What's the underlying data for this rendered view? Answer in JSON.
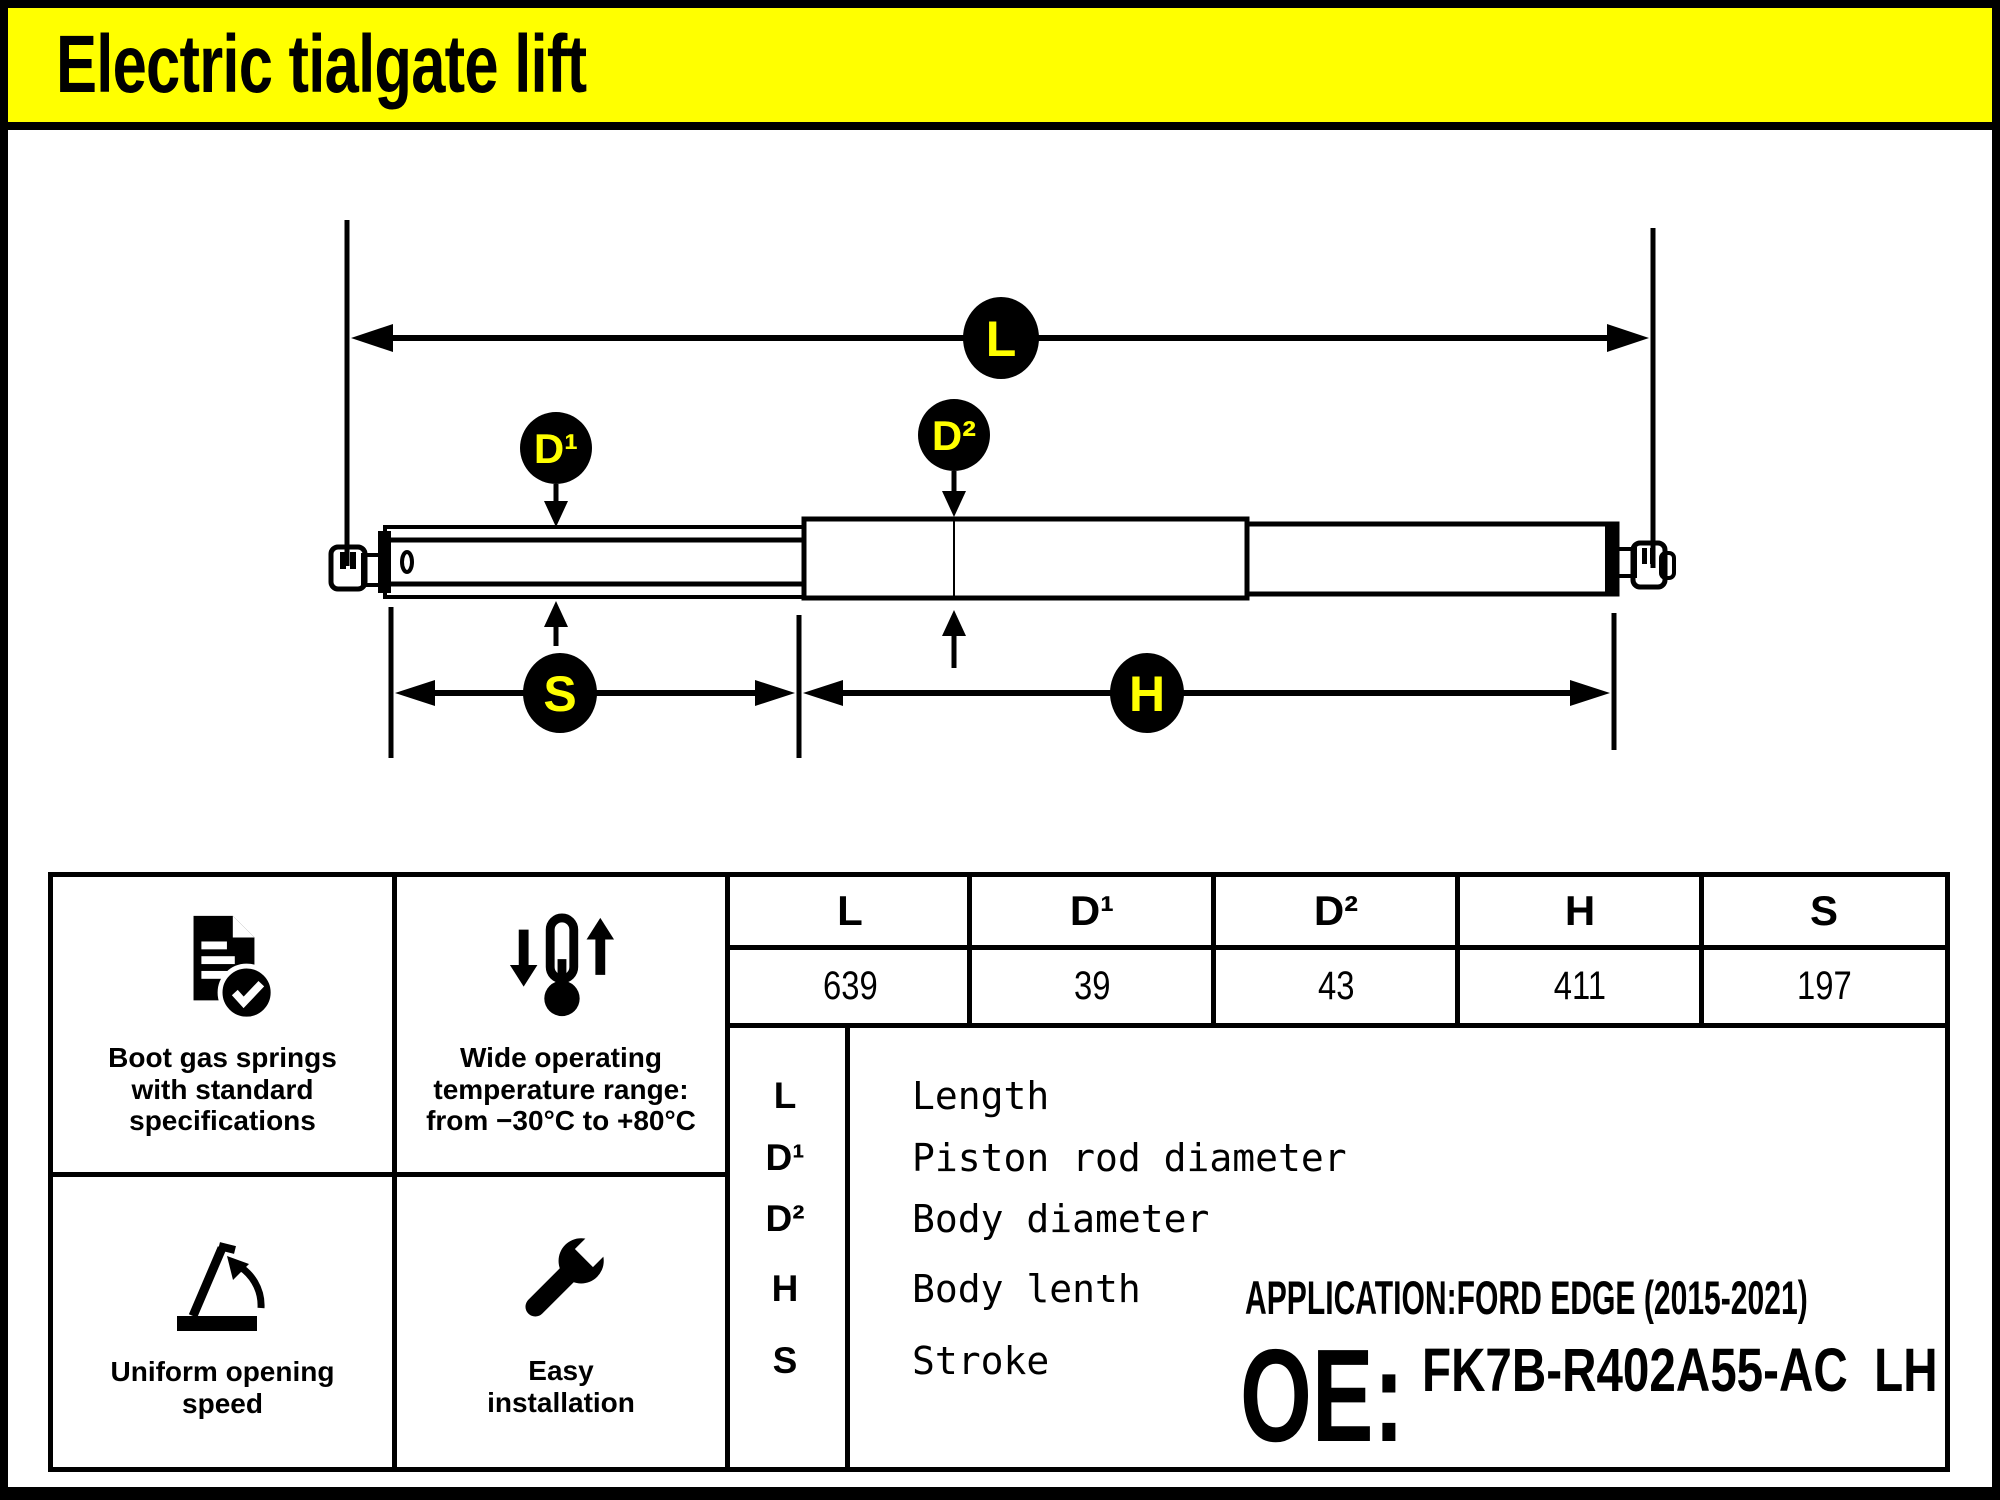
{
  "header": {
    "title": "Electric tialgate lift"
  },
  "colors": {
    "accent_yellow": "#FFFF00",
    "ink": "#000000",
    "background": "#FFFFFF"
  },
  "diagram": {
    "labels": {
      "L": "L",
      "D1": "D¹",
      "D2": "D²",
      "S": "S",
      "H": "H"
    }
  },
  "spec_table": {
    "columns": [
      "L",
      "D¹",
      "D²",
      "H",
      "S"
    ],
    "values": [
      "639",
      "39",
      "43",
      "411",
      "197"
    ]
  },
  "legend": {
    "rows": [
      {
        "symbol": "L",
        "definition": "Length"
      },
      {
        "symbol": "D¹",
        "definition": "Piston rod diameter"
      },
      {
        "symbol": "D²",
        "definition": "Body diameter"
      },
      {
        "symbol": "H",
        "definition": "Body lenth"
      },
      {
        "symbol": "S",
        "definition": "Stroke"
      }
    ]
  },
  "features": [
    {
      "icon": "document-check-icon",
      "caption": "Boot gas springs\nwith standard\nspecifications"
    },
    {
      "icon": "thermometer-range-icon",
      "caption": "Wide operating\ntemperature range:\nfrom −30°C to +80°C"
    },
    {
      "icon": "opening-angle-icon",
      "caption": "Uniform opening\nspeed"
    },
    {
      "icon": "wrench-icon",
      "caption": "Easy\ninstallation"
    }
  ],
  "application": {
    "label": "APPLICATION:FORD EDGE (2015-2021)"
  },
  "oe": {
    "prefix": "OE:",
    "number": "FK7B-R402A55-AC  LH"
  }
}
